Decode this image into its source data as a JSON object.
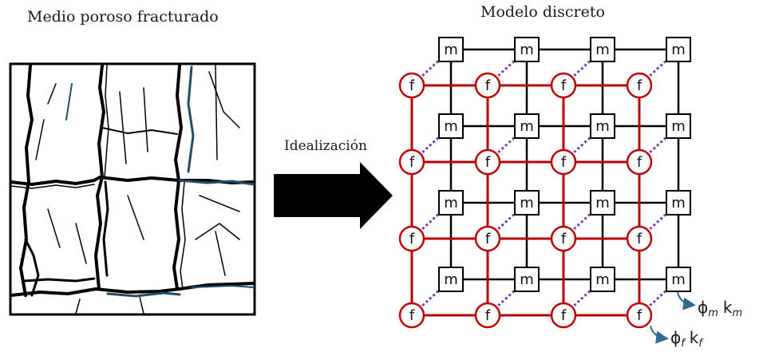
{
  "left_panel": {
    "title": "Medio poroso fracturado"
  },
  "arrow": {
    "label": "Idealización"
  },
  "right_panel": {
    "title": "Modelo discreto",
    "node_labels": {
      "matrix": "m",
      "fracture": "f"
    },
    "grid": {
      "rows": 4,
      "cols": 4
    },
    "legend": {
      "matrix": {
        "phi": "ϕ",
        "phi_sub": "m",
        "k": "k",
        "k_sub": "m"
      },
      "fracture": {
        "phi": "ϕ",
        "phi_sub": "f",
        "k": "k",
        "k_sub": "f"
      }
    }
  },
  "colors": {
    "fracture": "#c00000",
    "matrix": "#000000",
    "connection": "#7b3fa8",
    "legend_arrow": "#2e6b8f",
    "crack_blue": "#1f4e66"
  }
}
